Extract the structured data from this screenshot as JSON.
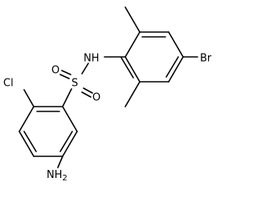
{
  "molecule": {
    "atoms": {
      "nh": "NH",
      "br": "Br",
      "s": "S",
      "o_top": "O",
      "o_bottom": "O",
      "cl": "Cl",
      "amine_n": "NH",
      "amine_subscript": "2"
    }
  }
}
